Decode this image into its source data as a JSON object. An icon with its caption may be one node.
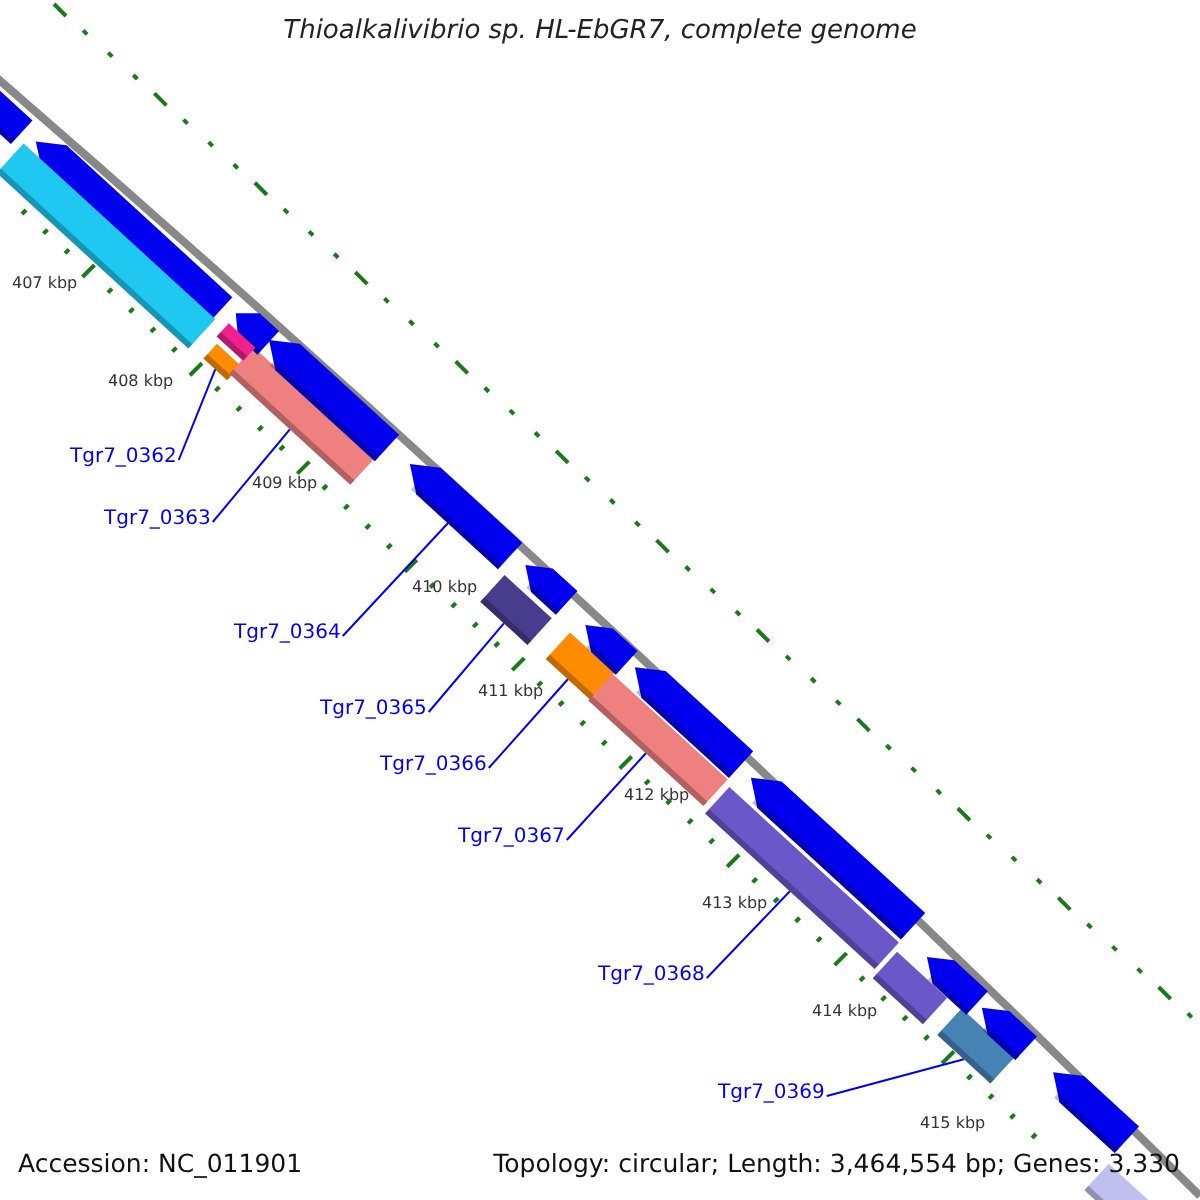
{
  "diagram": {
    "title": "Thioalkalivibrio sp. HL-EbGR7, complete genome",
    "nodes": [
      {
        "text": [
          "Tgr7_0362"
        ]
      },
      {
        "text": [
          "Tgr7_0363"
        ]
      },
      {
        "text": [
          "Tgr7_0364"
        ]
      },
      {
        "text": [
          "Tgr7_0365"
        ]
      },
      {
        "text": [
          "Tgr7_0366"
        ]
      },
      {
        "text": [
          "Tgr7_0367"
        ]
      },
      {
        "text": [
          "Tgr7_0368"
        ]
      },
      {
        "text": [
          "Tgr7_0369"
        ]
      },
      {
        "text": [],
        "shape": "bar"
      },
      {
        "text": [],
        "shape": "bar"
      },
      {
        "text": [],
        "shape": "bar"
      },
      {
        "text": [],
        "shape": "bar"
      },
      {
        "text": [],
        "shape": "bar"
      },
      {
        "text": [],
        "shape": "bar"
      },
      {
        "text": [],
        "shape": "bar"
      },
      {
        "text": [],
        "shape": "bar"
      },
      {
        "text": [],
        "shape": "bar"
      },
      {
        "text": [],
        "shape": "bar"
      },
      {
        "text": [],
        "shape": "bar"
      },
      {
        "text": [],
        "shape": "bar"
      },
      {
        "text": [],
        "shape": "bar"
      },
      {
        "text": [],
        "shape": "bar"
      },
      {
        "text": [],
        "shape": "bar"
      },
      {
        "text": [],
        "shape": "bar"
      },
      {
        "text": [],
        "shape": "bar"
      },
      {
        "text": [],
        "shape": "bar"
      },
      {
        "text": [],
        "shape": "bar"
      },
      {
        "text": [],
        "shape": "bar"
      },
      {
        "text": [],
        "shape": "bar"
      },
      {
        "text": [],
        "shape": "bar"
      },
      {
        "text": [],
        "shape": "bar"
      }
    ],
    "edges": [
      {
        "from": 0,
        "to": 8,
        "arrow": "none"
      },
      {
        "from": 1,
        "to": 9,
        "arrow": "none"
      },
      {
        "from": 2,
        "to": 10,
        "arrow": "none"
      },
      {
        "from": 3,
        "to": 11,
        "arrow": "none"
      },
      {
        "from": 4,
        "to": 12,
        "arrow": "none"
      },
      {
        "from": 5,
        "to": 13,
        "arrow": "none"
      },
      {
        "from": 6,
        "to": 14,
        "arrow": "none"
      },
      {
        "from": 7,
        "to": 15,
        "arrow": "none"
      }
    ],
    "labels": [
      "407 kbp",
      "408 kbp",
      "409 kbp",
      "410 kbp",
      "411 kbp",
      "412 kbp",
      "413 kbp",
      "414 kbp",
      "415 kbp",
      "Accession: NC_011901",
      "Topology: circular; Length: 3,464,554 bp; Genes: 3,330"
    ]
  }
}
